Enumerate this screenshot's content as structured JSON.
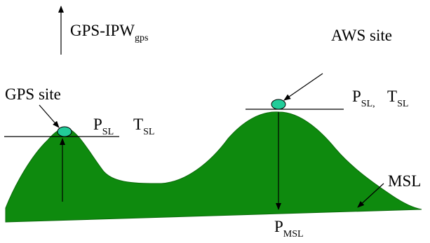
{
  "labels": {
    "top_arrow_label": "GPS-IPW",
    "top_arrow_sub": "gps",
    "gps_site": "GPS site",
    "aws_site": "AWS site",
    "left_p": "P",
    "left_p_sub": "SL",
    "left_t": "T",
    "left_t_sub": "SL",
    "right_p": "P",
    "right_p_sub": "SL,",
    "right_t": "T",
    "right_t_sub": "SL",
    "msl": "MSL",
    "p_msl": "P",
    "p_msl_sub": "MSL"
  },
  "colors": {
    "terrain": "#0e8a0e",
    "site_marker": "#22cc99",
    "lines": "#000000"
  }
}
